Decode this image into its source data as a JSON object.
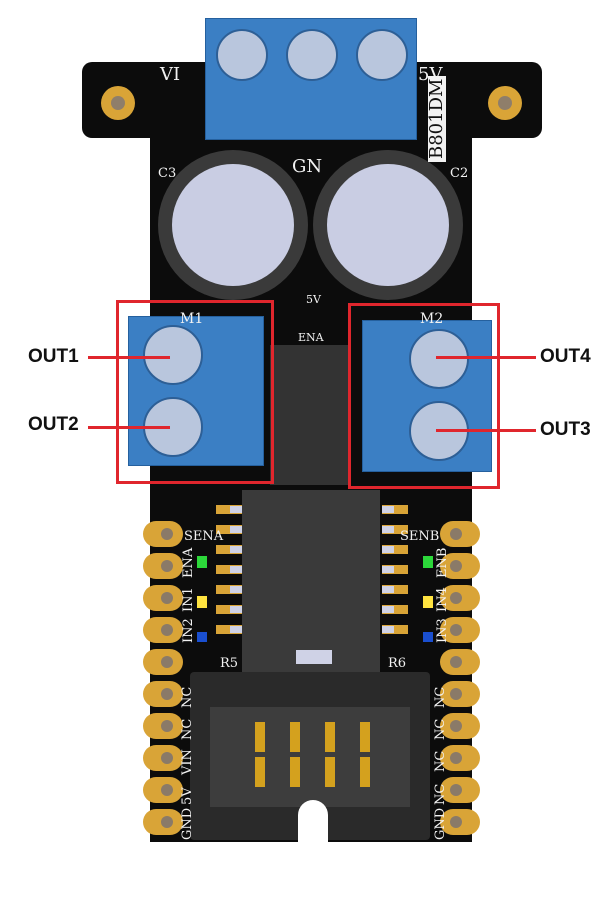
{
  "callouts": {
    "out1": "OUT1",
    "out2": "OUT2",
    "out3": "OUT3",
    "out4": "OUT4"
  },
  "silkscreen": {
    "vin_top": "VI",
    "five_v_top": "5V",
    "gnd_top": "GN",
    "board_id": "B801DM",
    "c3": "C3",
    "c2": "C2",
    "m1": "M1",
    "m2": "M2",
    "five_v_mid": "5V",
    "ena_mid": "ENA",
    "sena": "SENA",
    "senb": "SENB",
    "ena": "ENA",
    "in1": "IN1",
    "in2": "IN2",
    "enb": "ENB",
    "in4": "IN4",
    "in3": "IN3",
    "r5": "R5",
    "r6": "R6",
    "left_pins": [
      "NC",
      "NC",
      "VIN",
      "5V",
      "GND"
    ],
    "right_pins": [
      "NC",
      "NC",
      "NC",
      "NC",
      "GND"
    ]
  },
  "colors": {
    "highlight": "#e0262d",
    "terminal": "#3b7fc4",
    "board": "#0c0c0c",
    "pad": "#d9a437"
  }
}
